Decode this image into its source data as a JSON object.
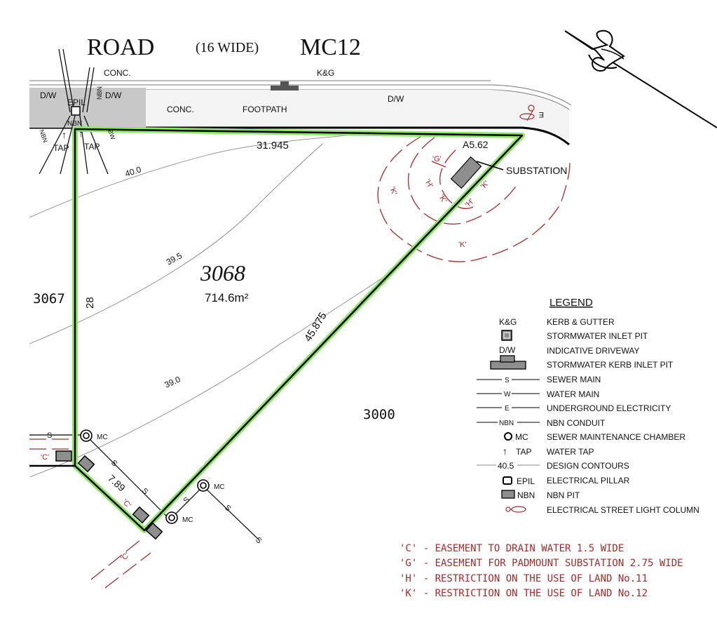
{
  "road": {
    "name": "ROAD",
    "width": "(16 WIDE)",
    "code": "MC12"
  },
  "labels": {
    "conc_top": "CONC.",
    "kg": "K&G",
    "dw_left1": "D/W",
    "dw_left2": "D/W",
    "dw_right": "D/W",
    "nbn_vertical": "NBN",
    "epil": "EPIL",
    "nbn_pit": "NBN",
    "nbn_side": "NBN",
    "bw_side": "BW",
    "tap1": "TAP",
    "tap2": "TAP",
    "conc_footpath": "CONC.",
    "footpath": "FOOTPATH",
    "e_light": "E",
    "substation": "SUBSTATION",
    "sub_area": "A5.62",
    "ease_g": "'G'",
    "ease_h1": "'H'",
    "ease_h2": "'H'",
    "ease_k1": "'K'",
    "ease_k2": "'K'",
    "ease_k3": "'K'",
    "ease_k4": "'K'",
    "ease_c1": "'C'",
    "ease_c2": "'C'",
    "ease_c3": "'C'",
    "mc1": "MC",
    "mc2": "MC",
    "mc3": "MC",
    "s1": "S",
    "s2": "S",
    "s3": "S",
    "s4": "S",
    "s5": "S",
    "s6": "S"
  },
  "lot": {
    "number": "3068",
    "area": "714.6m²"
  },
  "neighbours": {
    "left": "3067",
    "right": "3000"
  },
  "dimensions": {
    "top": "31.945",
    "left": "28",
    "hyp": "45.875",
    "corner": "7.89"
  },
  "contours": {
    "c1": "40.0",
    "c2": "39.5",
    "c3": "39.0"
  },
  "legend": {
    "title": "LEGEND",
    "items": [
      {
        "symbol": "K&G",
        "label": "KERB & GUTTER"
      },
      {
        "symbol": "",
        "label": "STORMWATER INLET PIT"
      },
      {
        "symbol": "D/W",
        "label": "INDICATIVE DRIVEWAY"
      },
      {
        "symbol": "",
        "label": "STORMWATER KERB INLET PIT"
      },
      {
        "symbol": "S",
        "label": "SEWER MAIN"
      },
      {
        "symbol": "W",
        "label": "WATER MAIN"
      },
      {
        "symbol": "E",
        "label": "UNDERGROUND ELECTRICITY"
      },
      {
        "symbol": "NBN",
        "label": "NBN CONDUIT"
      },
      {
        "symbol": "MC",
        "label": "SEWER MAINTENANCE CHAMBER"
      },
      {
        "symbol": "TAP",
        "label": "WATER TAP"
      },
      {
        "symbol": "40.5",
        "label": "DESIGN CONTOURS"
      },
      {
        "symbol": "EPIL",
        "label": "ELECTRICAL PILLAR"
      },
      {
        "symbol": "NBN",
        "label": "NBN PIT"
      },
      {
        "symbol": "",
        "label": "ELECTRICAL STREET LIGHT COLUMN"
      }
    ]
  },
  "notes": [
    "'C' - EASEMENT TO DRAIN WATER 1.5 WIDE",
    "'G' - EASEMENT FOR PADMOUNT SUBSTATION 2.75 WIDE",
    "'H' - RESTRICTION ON THE USE OF LAND No.11",
    "'K' - RESTRICTION ON THE USE OF LAND No.12"
  ],
  "colors": {
    "boundary": "#000000",
    "boundary_glow": "#8de86a",
    "easement": "#a52a2a",
    "footpath": "#f4f4f4",
    "driveway": "#c8c8c8"
  }
}
